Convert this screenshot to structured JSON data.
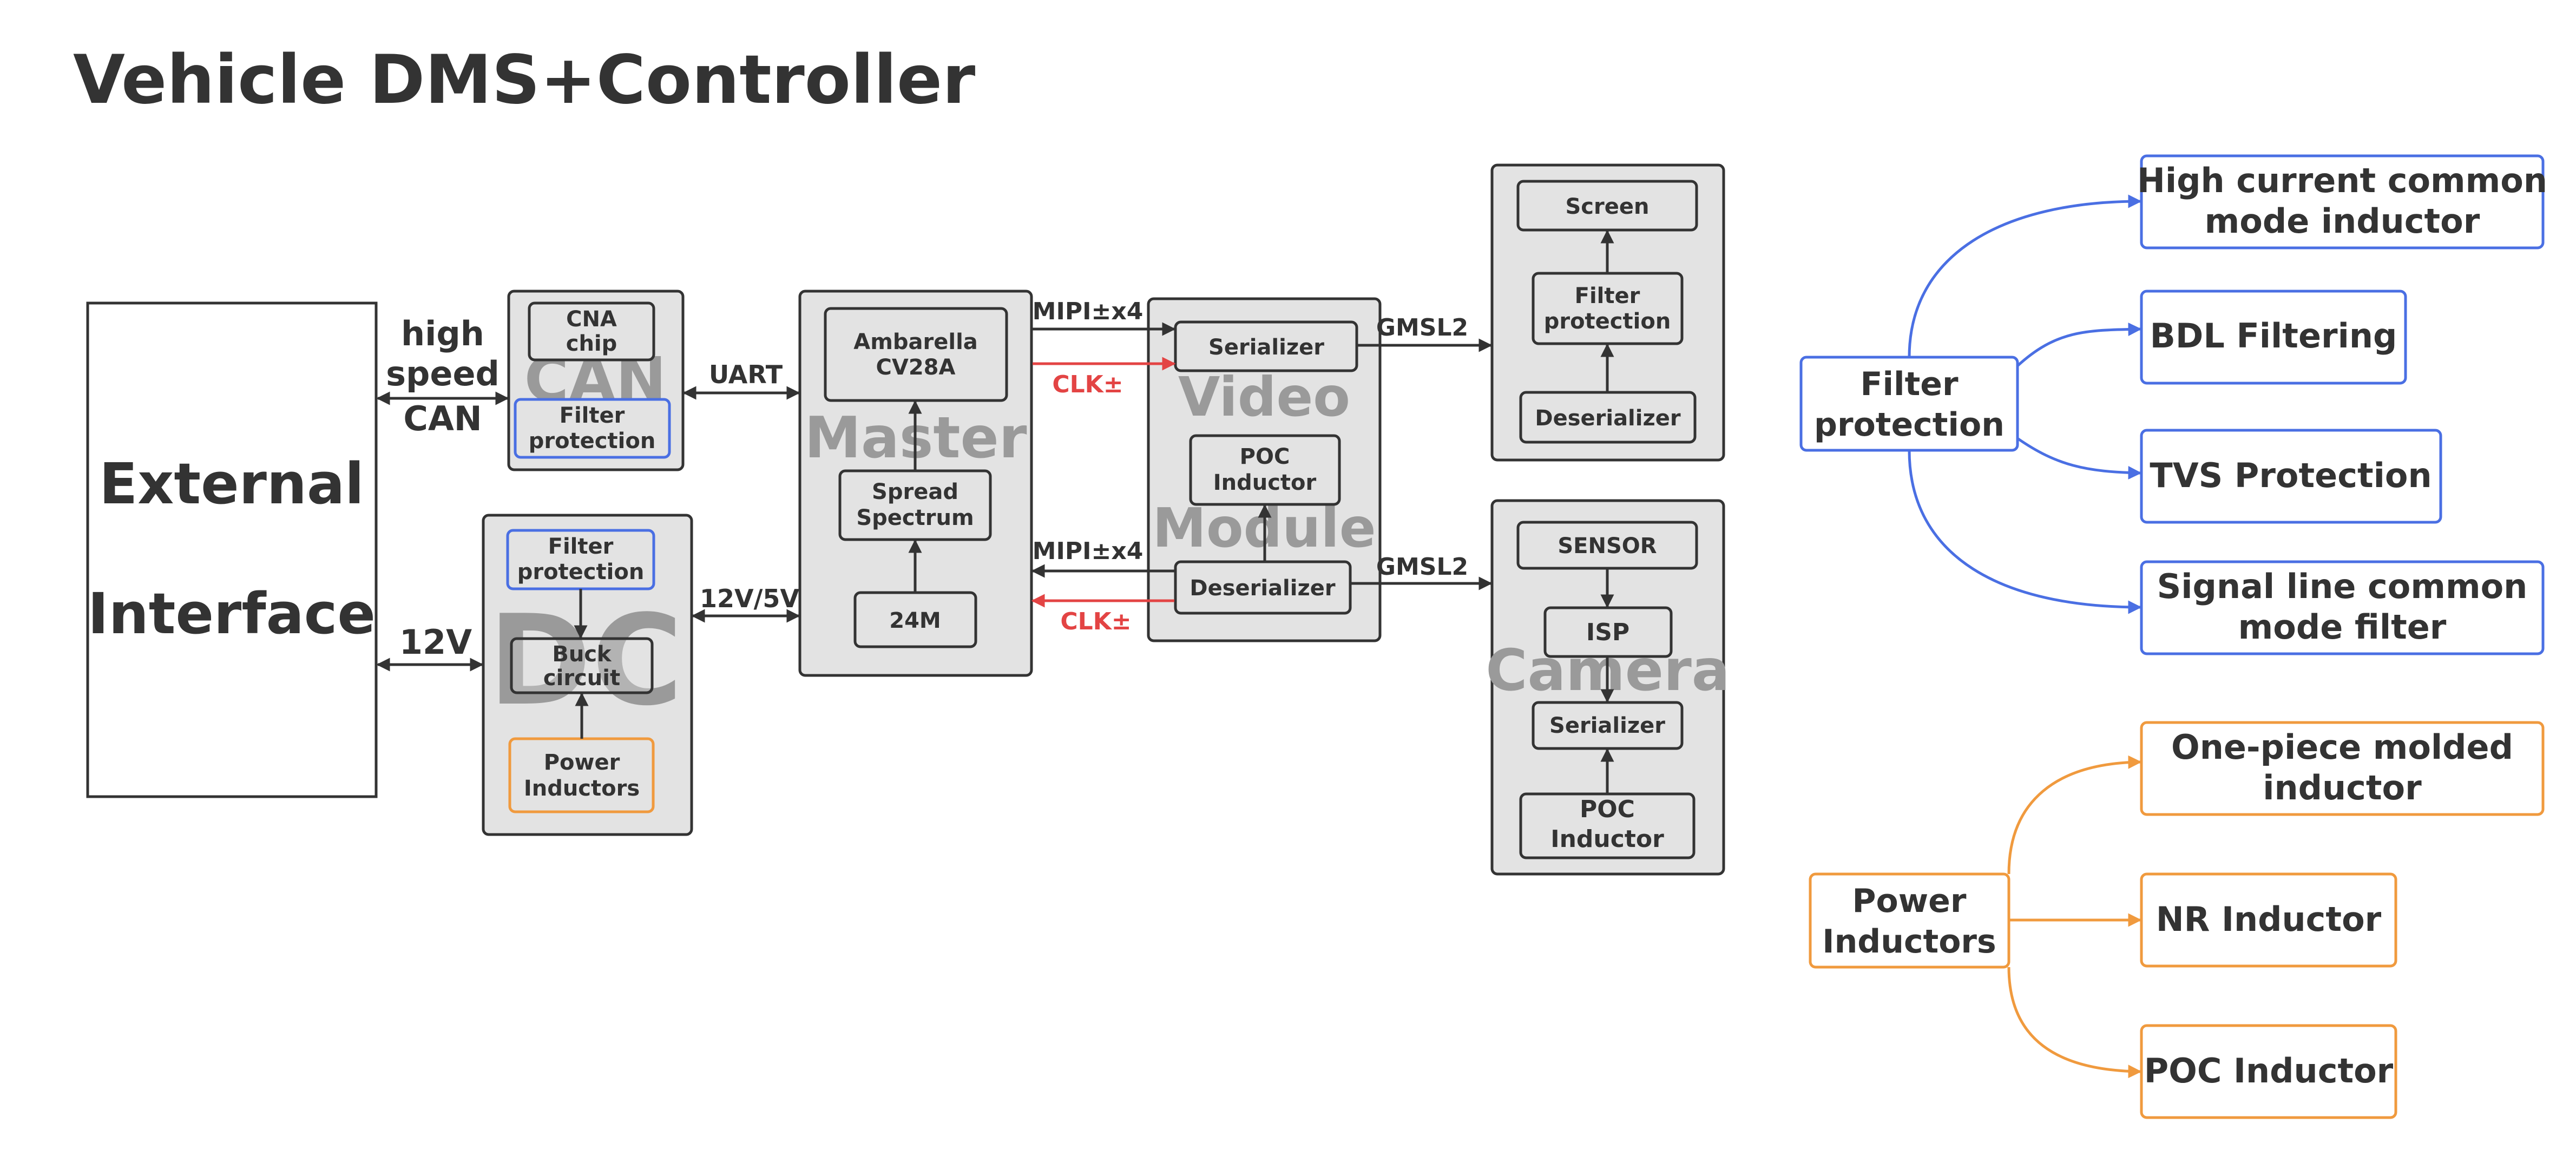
{
  "title": "Vehicle DMS+Controller",
  "external": {
    "line1": "External",
    "line2": "Interface"
  },
  "links": {
    "can": [
      "high",
      "speed",
      "CAN"
    ],
    "power_12v": "12V",
    "uart": "UART",
    "v12_5": "12V/5V",
    "mipi_top": "MIPI±x4",
    "clk_top": "CLK±",
    "mipi_bottom": "MIPI±x4",
    "clk_bottom": "CLK±",
    "gmsl_top": "GMSL2",
    "gmsl_bottom": "GMSL2"
  },
  "can_group": {
    "watermark": "CAN",
    "chip": [
      "CNA",
      "chip"
    ],
    "filter": [
      "Filter",
      "protection"
    ]
  },
  "dc_group": {
    "watermark": "DC",
    "filter": [
      "Filter",
      "protection"
    ],
    "buck": [
      "Buck",
      "circuit"
    ],
    "inductors": [
      "Power",
      "Inductors"
    ]
  },
  "master_group": {
    "watermark": "Master",
    "soc": [
      "Ambarella",
      "CV28A"
    ],
    "spread": [
      "Spread",
      "Spectrum"
    ],
    "clock": "24M"
  },
  "video_group": {
    "watermark_1": "Video",
    "watermark_2": "Module",
    "serializer": "Serializer",
    "poc": [
      "POC",
      "Inductor"
    ],
    "deserializer": "Deserializer"
  },
  "screen_group": {
    "screen": "Screen",
    "filter": [
      "Filter",
      "protection"
    ],
    "deserializer": "Deserializer"
  },
  "camera_group": {
    "watermark": "Camera",
    "sensor": "SENSOR",
    "isp": "ISP",
    "serializer": "Serializer",
    "poc": [
      "POC",
      "Inductor"
    ]
  },
  "legend_filter": {
    "root": [
      "Filter",
      "protection"
    ],
    "items": [
      [
        "High current common",
        "mode inductor"
      ],
      [
        "BDL Filtering"
      ],
      [
        "TVS Protection"
      ],
      [
        "Signal line common",
        "mode filter"
      ]
    ]
  },
  "legend_power": {
    "root": [
      "Power",
      "Inductors"
    ],
    "items": [
      [
        "One-piece molded",
        "inductor"
      ],
      [
        "NR Inductor"
      ],
      [
        "POC Inductor"
      ]
    ]
  },
  "colors": {
    "filter_accent": "#4a6fe3",
    "power_accent": "#f09a3e",
    "clock_signal": "#e34444",
    "block_fill": "#e3e3e3"
  }
}
